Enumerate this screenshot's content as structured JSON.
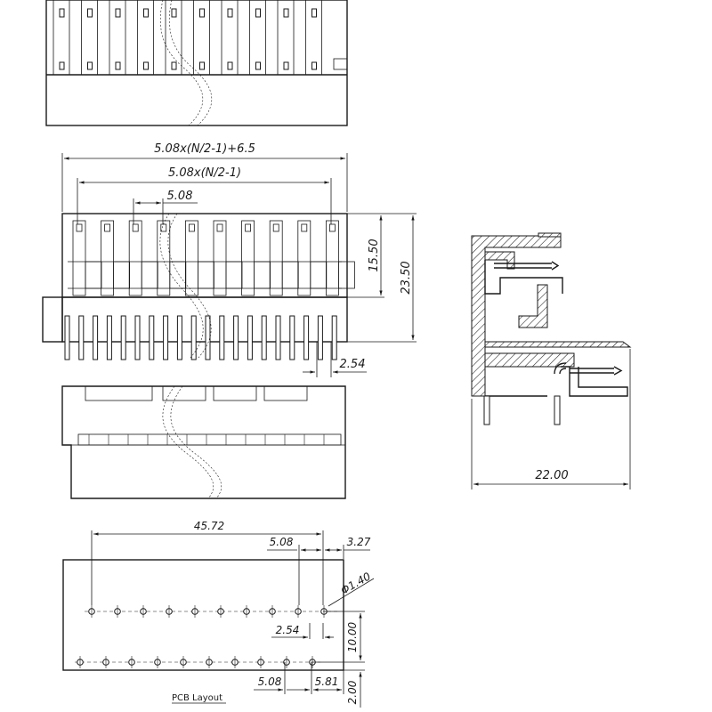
{
  "dimensions": {
    "overall_width": "5.08x(N/2-1)+6.5",
    "pitch_span": "5.08x(N/2-1)",
    "pitch": "5.08",
    "height_upper": "15.50",
    "height_total": "23.50",
    "pin_offset": "2.54",
    "depth": "22.00"
  },
  "pcb": {
    "span": "45.72",
    "pitch": "5.08",
    "edge_offset": "3.27",
    "hole_diameter": "Φ1.40",
    "row_offset": "2.54",
    "row_spacing": "10.00",
    "bottom_pitch": "5.08",
    "bottom_edge_offset": "5.81",
    "edge_clearance": "2.00",
    "caption": "PCB Layout"
  }
}
